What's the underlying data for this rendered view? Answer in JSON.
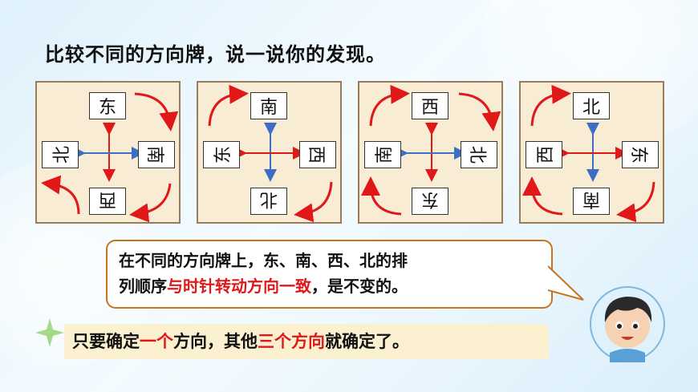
{
  "title": "比较不同的方向牌，说一说你的发现。",
  "signs": [
    {
      "top": "东",
      "right": "南",
      "bottom": "西",
      "left": "北",
      "arrows": "clockwise-top-right"
    },
    {
      "top": "南",
      "right": "西",
      "bottom": "北",
      "left": "东",
      "arrows": "clockwise-top-left"
    },
    {
      "top": "西",
      "right": "北",
      "bottom": "东",
      "left": "南",
      "arrows": "clockwise-top-left"
    },
    {
      "top": "北",
      "right": "东",
      "bottom": "南",
      "left": "西",
      "arrows": "clockwise-top-left"
    }
  ],
  "speech": {
    "line1": "在不同的方向牌上，东、南、西、北的排",
    "line2_a": "列顺序",
    "line2_red": "与时针转动方向一致",
    "line2_b": "，是不变的。"
  },
  "note": {
    "a": "只要确定",
    "red1": "一个",
    "b": "方向，其他",
    "red2": "三个方向",
    "c": "就确定了。"
  },
  "colors": {
    "arrow_red": "#e01818",
    "axis_blue": "#3a6fc4",
    "box_fill": "#f8ecd4",
    "box_border": "#9a7b5a",
    "bubble_border": "#c7741d",
    "note_fill": "#fbf0cf"
  }
}
